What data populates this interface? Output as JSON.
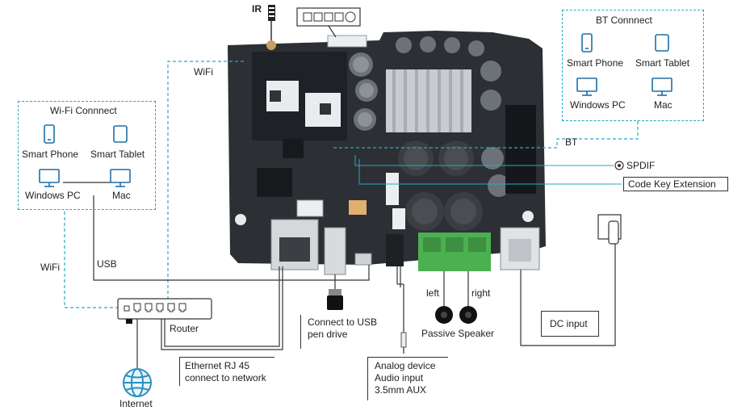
{
  "wifi_panel": {
    "title": "Wi-Fi Connnect",
    "devices": [
      "Smart Phone",
      "Smart Tablet",
      "Windows PC",
      "Mac"
    ]
  },
  "bt_panel": {
    "title": "BT Connnect",
    "devices": [
      "Smart Phone",
      "Smart Tablet",
      "Windows PC",
      "Mac"
    ]
  },
  "labels": {
    "ir": "IR",
    "wifi_top": "WiFi",
    "wifi_left": "WiFi",
    "usb": "USB",
    "bt": "BT",
    "spdif": "SPDIF",
    "code_key": "Code Key Extension",
    "router": "Router",
    "internet": "Internet",
    "left": "left",
    "right": "right",
    "passive_speaker": "Passive Speaker"
  },
  "callouts": {
    "usb_drive": [
      "Connect to USB",
      "pen drive"
    ],
    "ethernet": [
      "Ethernet RJ 45",
      "connect to network"
    ],
    "analog": [
      "Analog device",
      "Audio input",
      "3.5mm AUX"
    ],
    "dc_input": "DC input"
  },
  "colors": {
    "dashed_line": "#2aa6c9",
    "wire": "#333333",
    "pcb": "#2c3034",
    "terminal": "#4caf50"
  },
  "icons": [
    "phone-icon",
    "tablet-icon",
    "monitor-icon",
    "globe-icon",
    "usb-drive-icon",
    "speaker-icon",
    "wall-outlet-icon",
    "ir-receiver-icon",
    "disc-icon"
  ]
}
